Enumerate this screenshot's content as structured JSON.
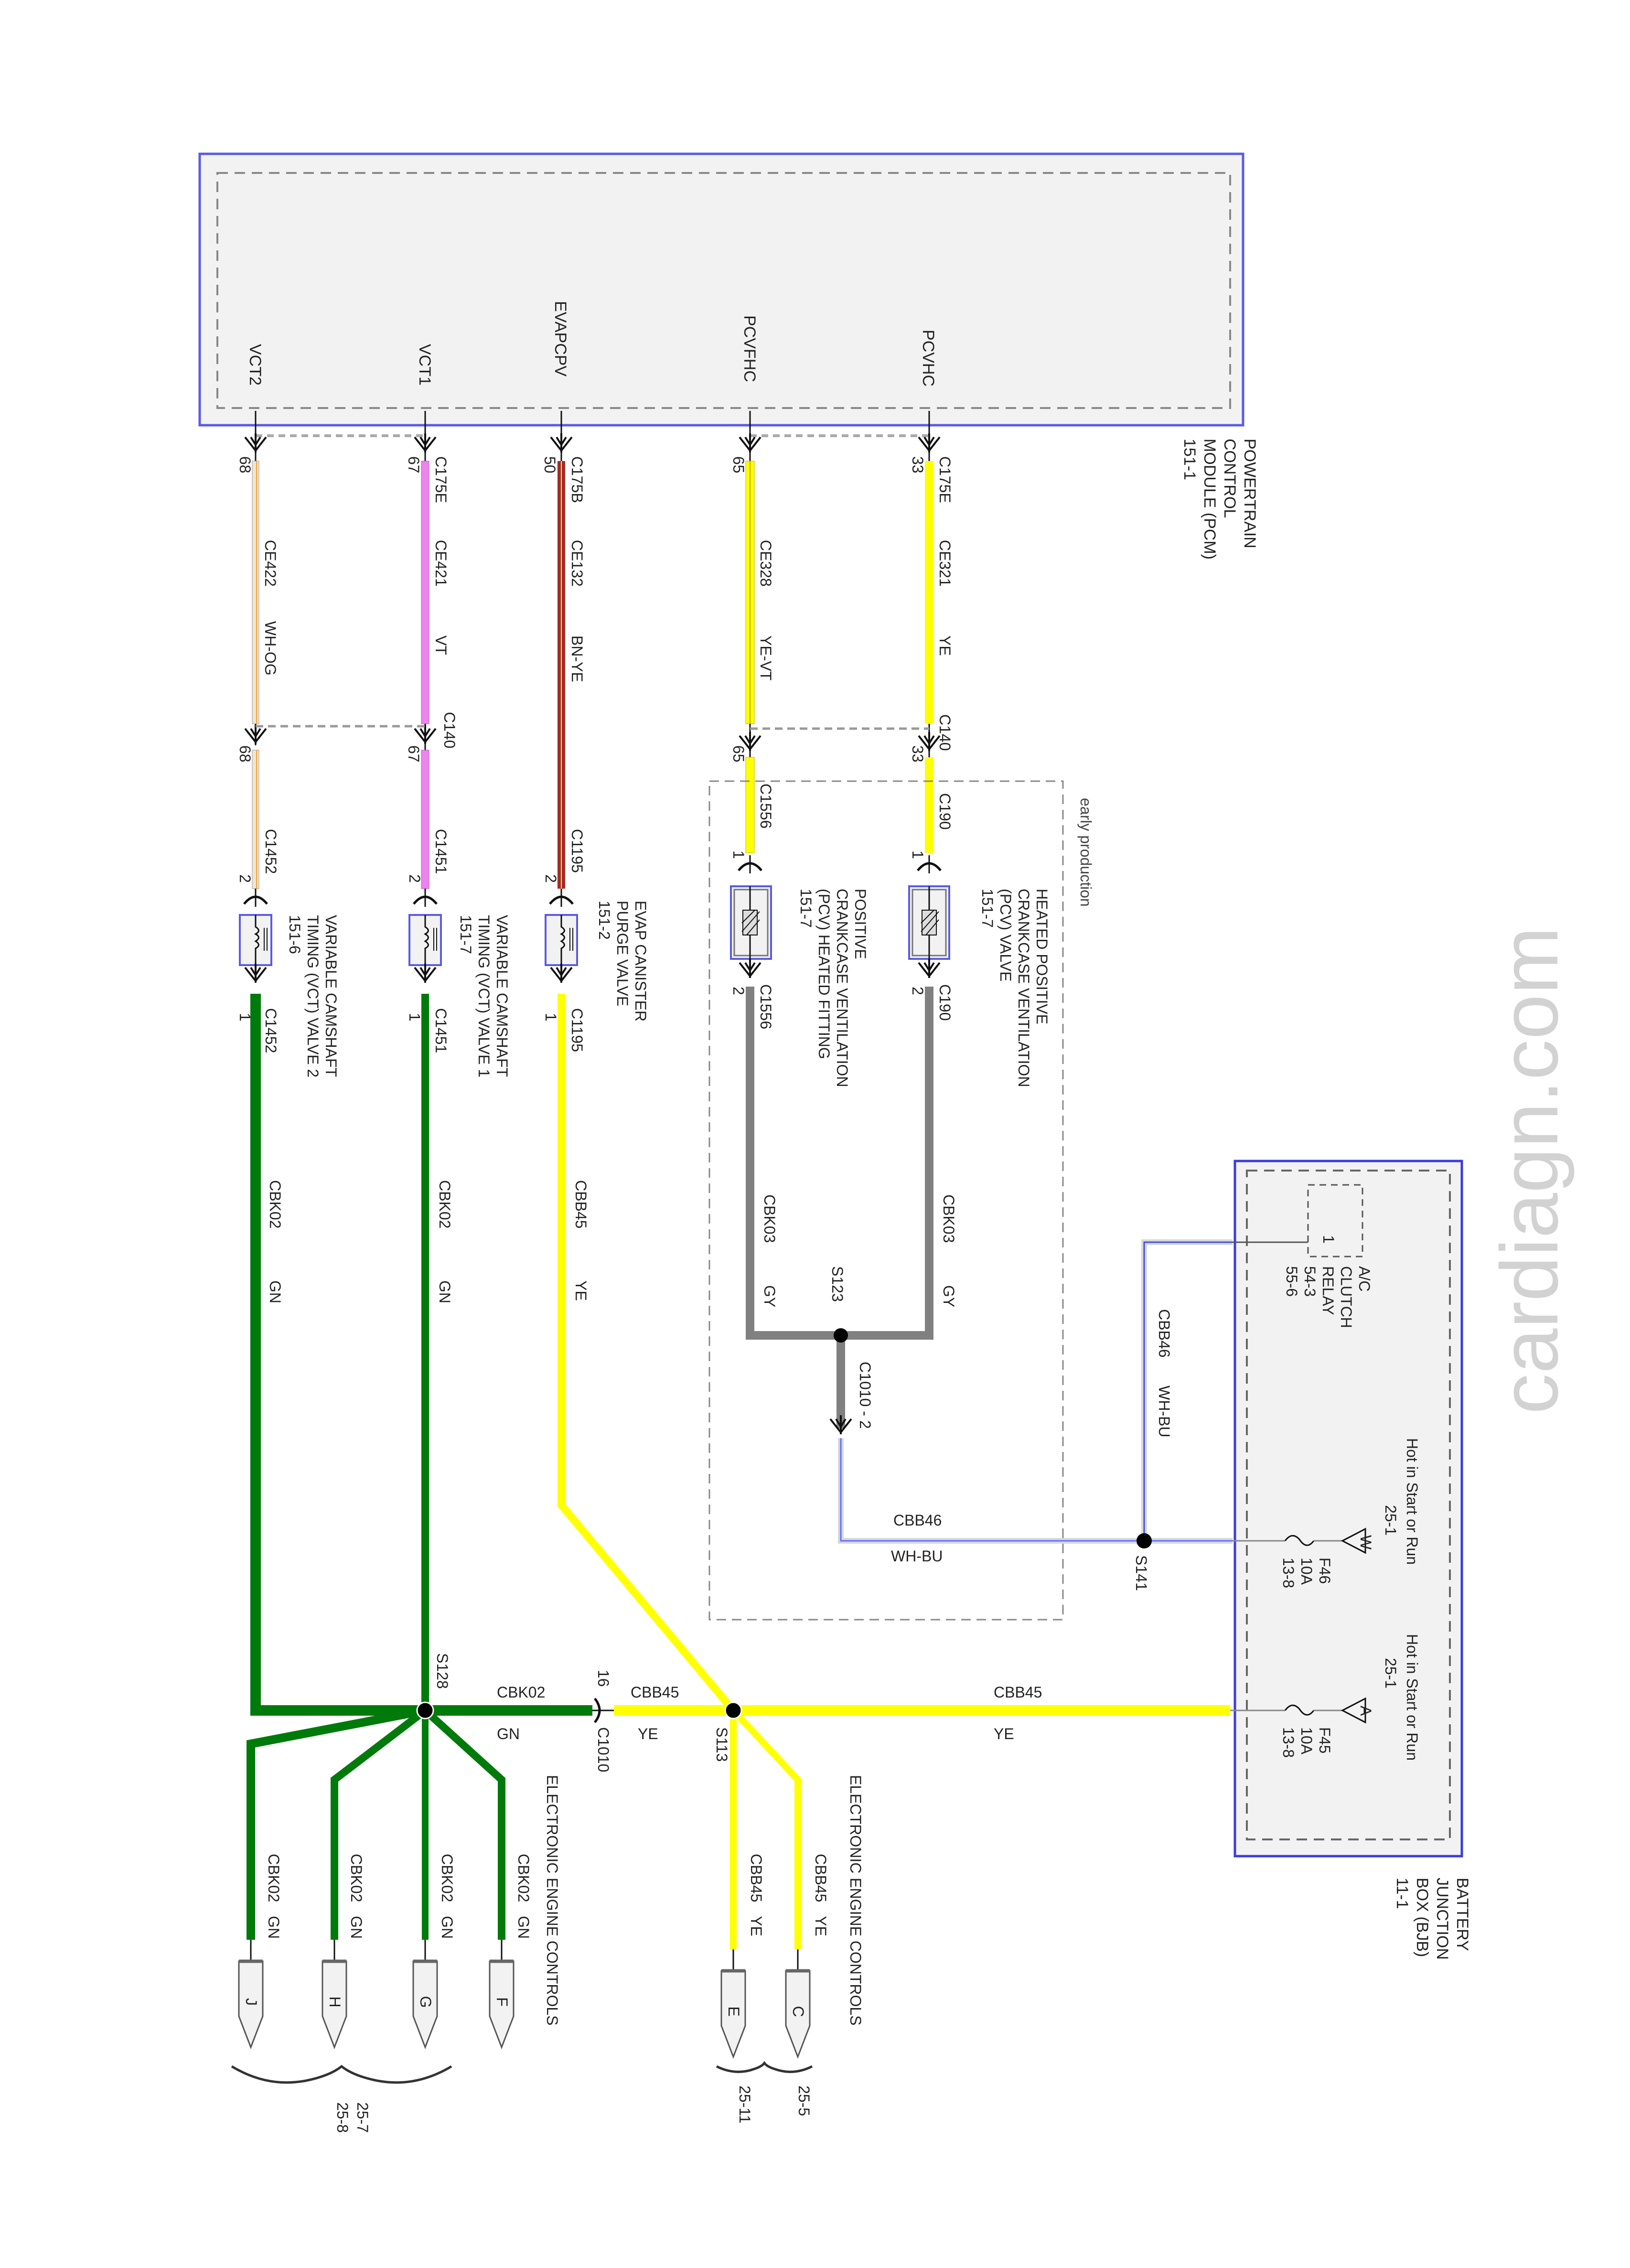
{
  "watermark": "cardiagn.com",
  "pcm": {
    "name_lines": [
      "POWERTRAIN",
      "CONTROL",
      "MODULE (PCM)",
      "151-1"
    ],
    "pins": [
      {
        "signal": "VCT2",
        "pin": "68",
        "connector": "",
        "circuit": "CE422",
        "color": "WH-OG"
      },
      {
        "signal": "VCT1",
        "pin": "67",
        "connector": "C175E",
        "circuit": "CE421",
        "color": "VT"
      },
      {
        "signal": "EVAPCPV",
        "pin": "50",
        "connector": "C175B",
        "circuit": "CE132",
        "color": "BN-YE"
      },
      {
        "signal": "PCVFHC",
        "pin": "65",
        "connector": "",
        "circuit": "CE328",
        "color": "YE-VT"
      },
      {
        "signal": "PCVHC",
        "pin": "33",
        "connector": "C175E",
        "circuit": "CE321",
        "color": "YE"
      }
    ]
  },
  "c140": {
    "label": "C140",
    "pins": [
      "68",
      "67",
      "65",
      "33"
    ]
  },
  "components": [
    {
      "id": "vct2",
      "lines": [
        "VARIABLE CAMSHAFT",
        "TIMING (VCT) VALVE 2",
        "151-6"
      ],
      "connector": "C1452",
      "pin_in": "2",
      "pin_out": "1"
    },
    {
      "id": "vct1",
      "lines": [
        "VARIABLE CAMSHAFT",
        "TIMING (VCT) VALVE 1",
        "151-7"
      ],
      "connector": "C1451",
      "pin_in": "2",
      "pin_out": "1"
    },
    {
      "id": "evap",
      "lines": [
        "EVAP CANISTER",
        "PURGE VALVE",
        "151-2"
      ],
      "connector": "C1195",
      "pin_in": "2",
      "pin_out": "1"
    },
    {
      "id": "pcv-fitting",
      "lines": [
        "POSITIVE",
        "CRANKCASE VENTILATION",
        "(PCV) HEATED FITTING",
        "151-7"
      ],
      "connector": "C1556",
      "pin_in": "1",
      "pin_out": "2"
    },
    {
      "id": "pcv-valve",
      "lines": [
        "HEATED POSITIVE",
        "CRANKCASE VENTILATION",
        "(PCV) VALVE",
        "151-7"
      ],
      "connector": "C190",
      "pin_in": "1",
      "pin_out": "2"
    }
  ],
  "early_production_label": "early production",
  "ground_wires": {
    "vct2": {
      "circuit": "CBK02",
      "color": "GN"
    },
    "vct1": {
      "circuit": "CBK02",
      "color": "GN"
    },
    "evap": {
      "circuit": "CBB45",
      "color": "YE"
    },
    "pcv_fitting": {
      "circuit": "CBK03",
      "color": "GY"
    },
    "pcv_valve": {
      "circuit": "CBK03",
      "color": "GY"
    }
  },
  "splices": {
    "s123": "S123",
    "s141": "S141",
    "s128": "S128",
    "s113": "S113"
  },
  "c1010_2": "C1010 - 2",
  "cbb46_horizontal": {
    "circuit": "CBB46",
    "color": "WH-BU"
  },
  "cbb46_vertical": {
    "circuit": "CBB46",
    "color": "WH-BU"
  },
  "c1010": {
    "label": "C1010",
    "pin": "16"
  },
  "gn_trunk": {
    "circuit": "CBK02",
    "color": "GN"
  },
  "ye_trunk_left": {
    "circuit": "CBB45",
    "color": "YE"
  },
  "ye_trunk_right": {
    "circuit": "CBB45",
    "color": "YE"
  },
  "bjb": {
    "name_lines": [
      "BATTERY",
      "JUNCTION",
      "BOX (BJB)",
      "11-1"
    ],
    "relay_lines": [
      "A/C",
      "CLUTCH",
      "RELAY",
      "54-3",
      "55-6"
    ],
    "relay_pin": "1",
    "fuse_f46": {
      "lines": [
        "F46",
        "10A",
        "13-8"
      ],
      "hot": "Hot in Start or Run",
      "ref": "25-1",
      "tag": "W"
    },
    "fuse_f45": {
      "lines": [
        "F45",
        "10A",
        "13-8"
      ],
      "hot": "Hot in Start or Run",
      "ref": "25-1",
      "tag": "A"
    }
  },
  "gn_drops": [
    {
      "circuit": "CBK02",
      "color": "GN",
      "terminal": "J"
    },
    {
      "circuit": "CBK02",
      "color": "GN",
      "terminal": "H"
    },
    {
      "circuit": "CBK02",
      "color": "GN",
      "terminal": "G"
    },
    {
      "circuit": "CBK02",
      "color": "GN",
      "terminal": "F"
    }
  ],
  "ye_drops": [
    {
      "circuit": "CBB45",
      "color": "YE",
      "terminal": "E"
    },
    {
      "circuit": "CBB45",
      "color": "YE",
      "terminal": "C"
    }
  ],
  "eec_label": "ELECTRONIC ENGINE CONTROLS",
  "gn_refs": [
    "25-7",
    "25-8"
  ],
  "ye_refs": [
    "25-11",
    "25-5"
  ],
  "wire_colors": {
    "wh_og": "#f0e6cf",
    "og_stripe": "#f0a030",
    "vt": "#ee82ee",
    "bn": "#a52a2a",
    "ye": "#ffff00",
    "gn": "#007a0a",
    "gy": "#808080",
    "bu": "#4050e0",
    "box_border": "#3b3bdf",
    "box_fill": "#f2f2f2"
  }
}
